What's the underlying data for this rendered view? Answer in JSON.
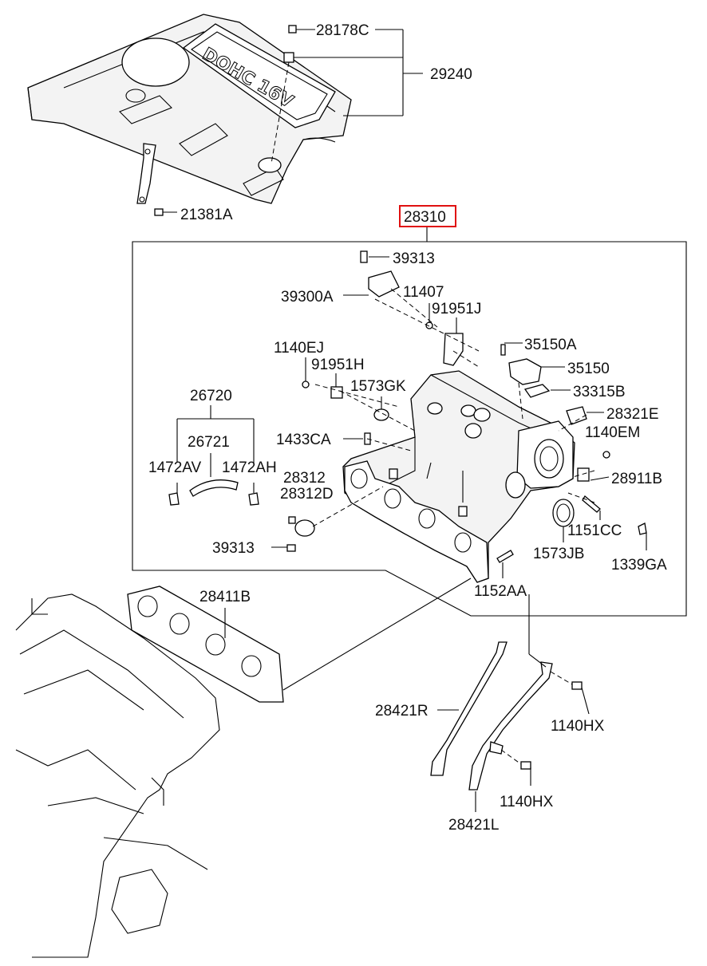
{
  "diagram": {
    "engine_cover_text": "DOHC 16V",
    "assembly_number": "28310",
    "labels": {
      "p28178C": "28178C",
      "p29240": "29240",
      "p21381A": "21381A",
      "p28310": "28310",
      "p39313_top": "39313",
      "p39300A": "39300A",
      "p11407": "11407",
      "p91951J": "91951J",
      "p35150A": "35150A",
      "p1140EJ": "1140EJ",
      "p91951H": "91951H",
      "p35150": "35150",
      "p1573GK": "1573GK",
      "p33315B": "33315B",
      "p26720": "26720",
      "p28321E": "28321E",
      "p26721": "26721",
      "p1433CA": "1433CA",
      "p1140EM": "1140EM",
      "p1472AV": "1472AV",
      "p1472AH": "1472AH",
      "p28312": "28312",
      "p28911B": "28911B",
      "p28312D": "28312D",
      "p1151CC": "1151CC",
      "p39313_bottom": "39313",
      "p1573JB": "1573JB",
      "p1339GA": "1339GA",
      "p1152AA": "1152AA",
      "p28411B": "28411B",
      "p28421R": "28421R",
      "p1140HX_top": "1140HX",
      "p1140HX_bottom": "1140HX",
      "p28421L": "28421L"
    }
  }
}
